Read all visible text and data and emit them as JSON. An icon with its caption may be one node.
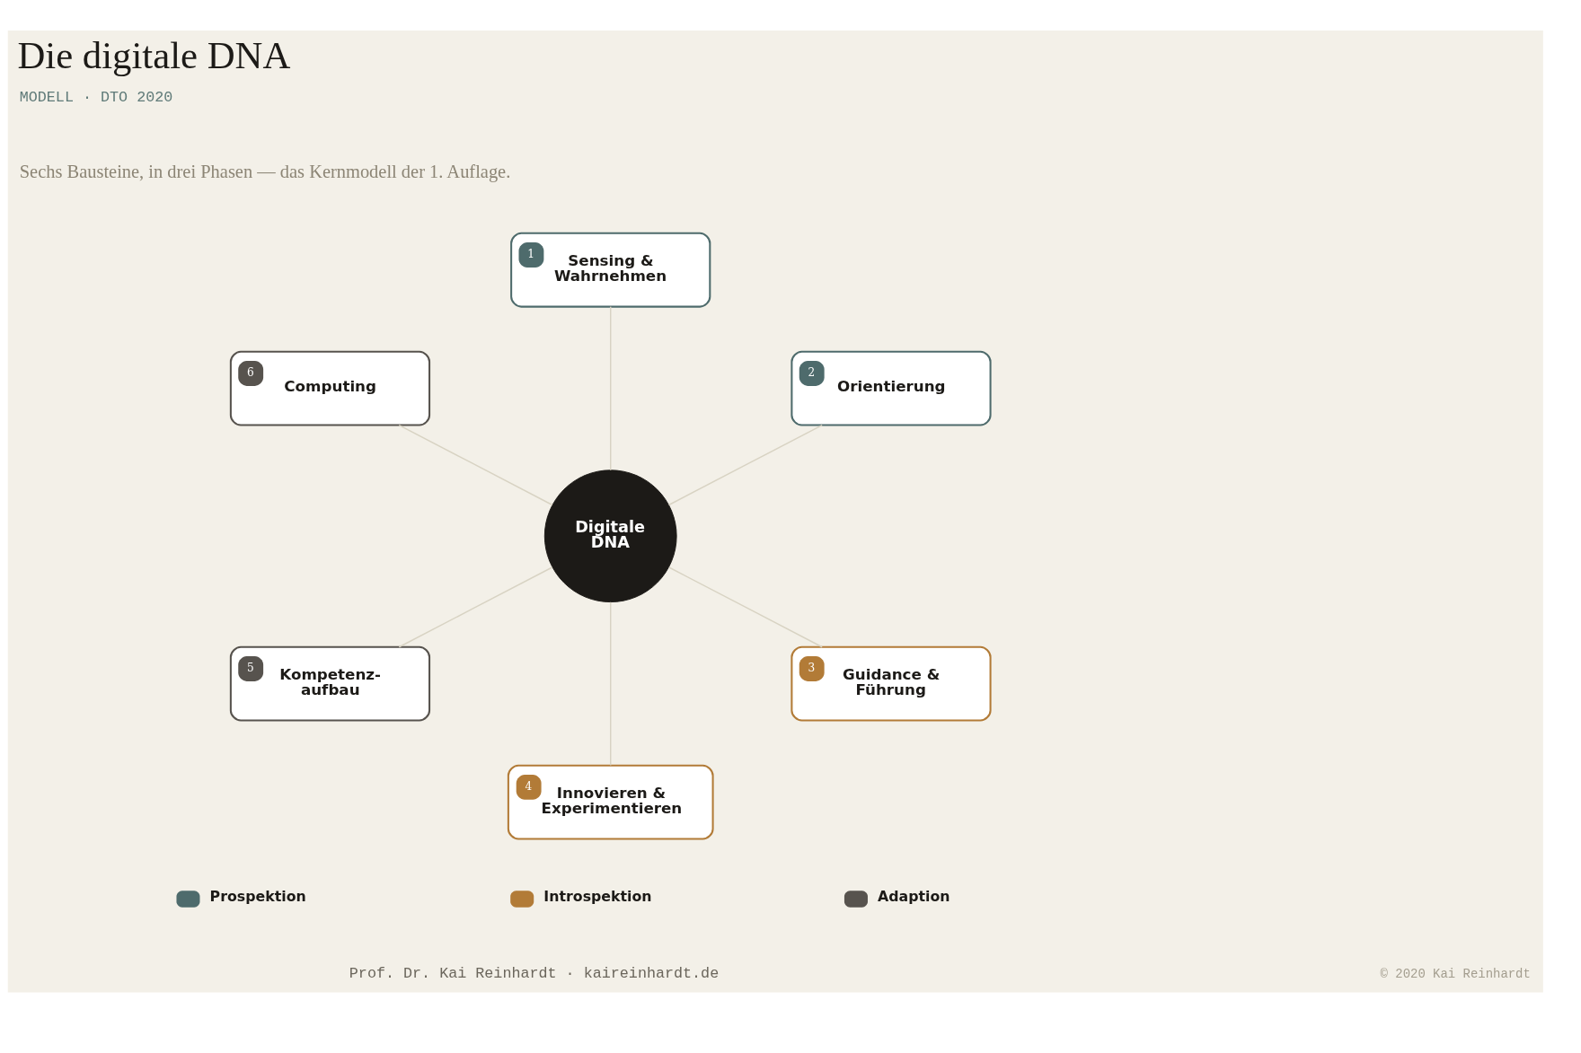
{
  "diagram": {
    "title": "Die digitale DNA",
    "nodes": [
      {
        "text": [
          "Digitale DNA"
        ]
      },
      {
        "text": [
          "1",
          "Sensing & Wahrnehmen"
        ]
      },
      {
        "text": [
          "2",
          "Orientierung"
        ]
      },
      {
        "text": [
          "3",
          "Guidance & Führung"
        ]
      },
      {
        "text": [
          "4",
          "Innovieren & Experimentieren"
        ]
      },
      {
        "text": [
          "5",
          "Kompetenz- aufbau"
        ]
      },
      {
        "text": [
          "6",
          "Computing"
        ]
      }
    ],
    "edges": [
      {
        "from": 6,
        "to": 0,
        "arrow": "none"
      },
      {
        "from": 1,
        "to": 0,
        "arrow": "none"
      },
      {
        "from": 2,
        "to": 0,
        "arrow": "none"
      },
      {
        "from": 0,
        "to": 5,
        "arrow": "none"
      },
      {
        "from": 0,
        "to": 4,
        "arrow": "none"
      },
      {
        "from": 0,
        "to": 3,
        "arrow": "none"
      }
    ],
    "labels": [
      "MODELL · DTO 2020",
      "Sechs Bausteine, in drei Phasen — das Kernmodell der 1. Auflage.",
      "Prof. Dr. Kai Reinhardt · kaireinhardt.de",
      "© 2020 Kai Reinhardt"
    ],
    "legend": [
      {
        "text": "Prospektion",
        "color": "#4e6b6c"
      },
      {
        "text": "Introspektion",
        "color": "#b27b37"
      },
      {
        "text": "Adaption",
        "color": "#57534e"
      }
    ]
  }
}
